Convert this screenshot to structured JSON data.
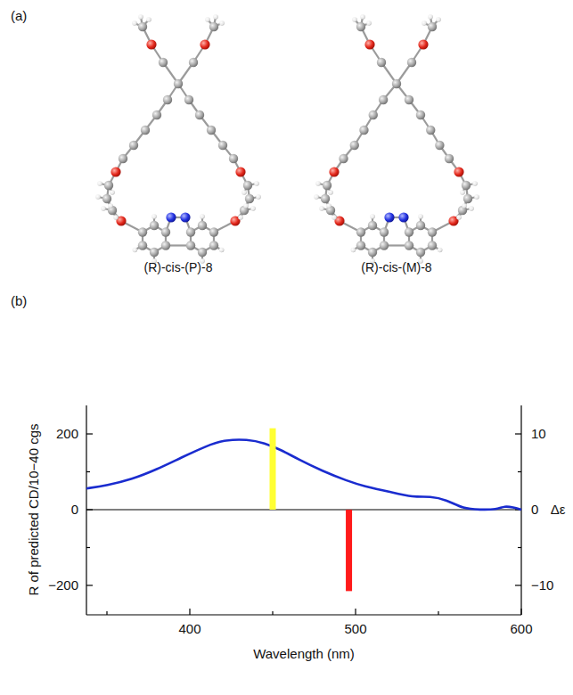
{
  "diagram": {
    "labels": [
      "(a)",
      "(R)-cis-(P)-8",
      "(R)-cis-(M)-8",
      "(b)",
      "200",
      "0",
      "−200",
      "400",
      "500",
      "600",
      "Wavelength (nm)",
      "R of predicted CD/10−40 cgs",
      "10",
      "0",
      "−10",
      "Δε"
    ]
  }
}
